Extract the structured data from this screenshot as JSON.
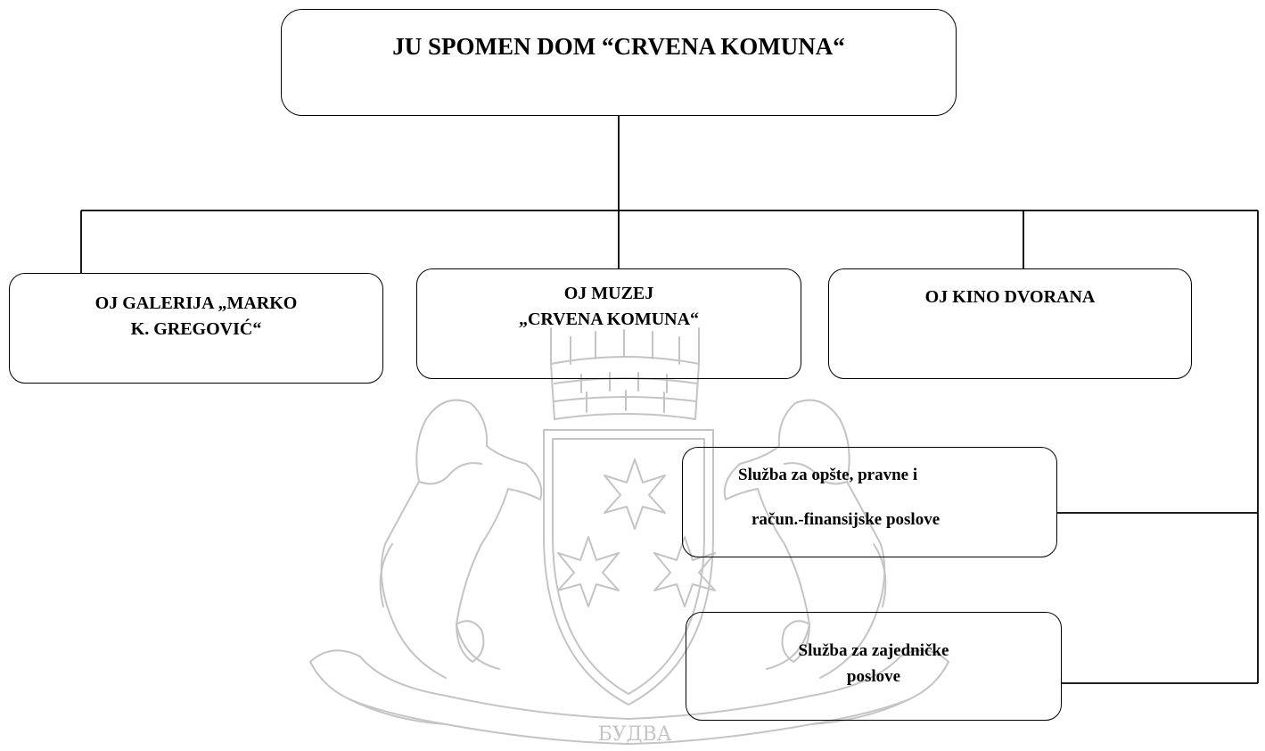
{
  "org_chart": {
    "root": {
      "title": "JU SPOMEN DOM “CRVENA KOMUNA“"
    },
    "units": [
      {
        "line1": "OJ GALERIJA „MARKO",
        "line2": "K. GREGOVIĆ“"
      },
      {
        "line1": "OJ MUZEJ",
        "line2": "„CRVENA KOMUNA“"
      },
      {
        "line1": "OJ KINO DVORANA"
      }
    ],
    "services": [
      {
        "line1": "Služba za opšte, pravne i",
        "line2": "račun.-finansijske poslove"
      },
      {
        "line1": "Služba za zajedničke",
        "line2": "poslove"
      }
    ]
  },
  "watermark": {
    "label": "БУДВА",
    "color": "#c8c8c8"
  }
}
